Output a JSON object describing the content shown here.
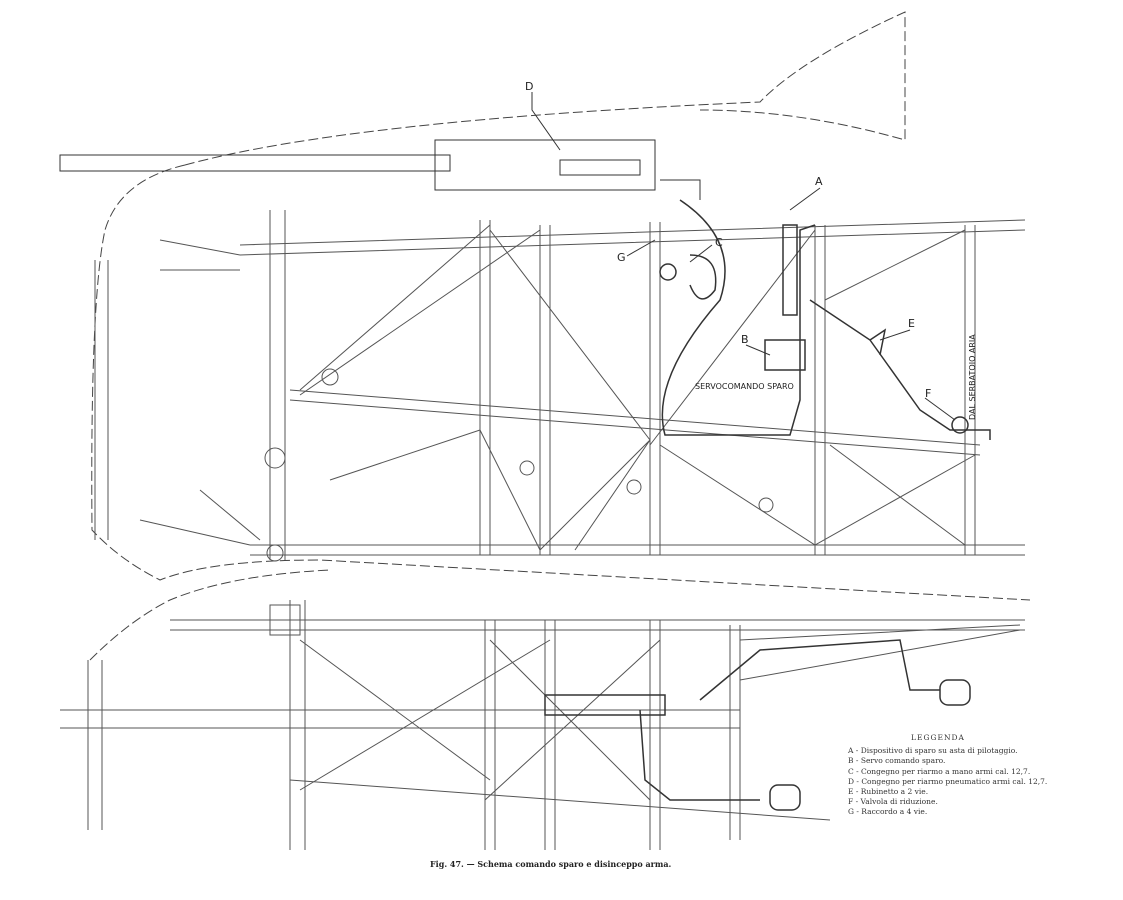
{
  "figure": {
    "caption": "Fig. 47. — Schema comando sparo e disinceppo arma.",
    "callouts": [
      "A",
      "B",
      "C",
      "D",
      "E",
      "F",
      "G"
    ],
    "annotations": {
      "servo": "SERVOCOMANDO SPARO",
      "tank": "DAL SERBATOIO ARIA"
    }
  },
  "legend": {
    "title": "LEGGENDA",
    "items": [
      "A - Dispositivo di sparo su asta di pilotaggio.",
      "B - Servo comando sparo.",
      "C - Congegno per riarmo a mano armi cal. 12,7.",
      "D - Congegno per riarmo pneumatico armi cal. 12,7.",
      "E - Rubinetto a 2 vie.",
      "F - Valvola di riduzione.",
      "G - Raccordo a 4 vie."
    ]
  }
}
